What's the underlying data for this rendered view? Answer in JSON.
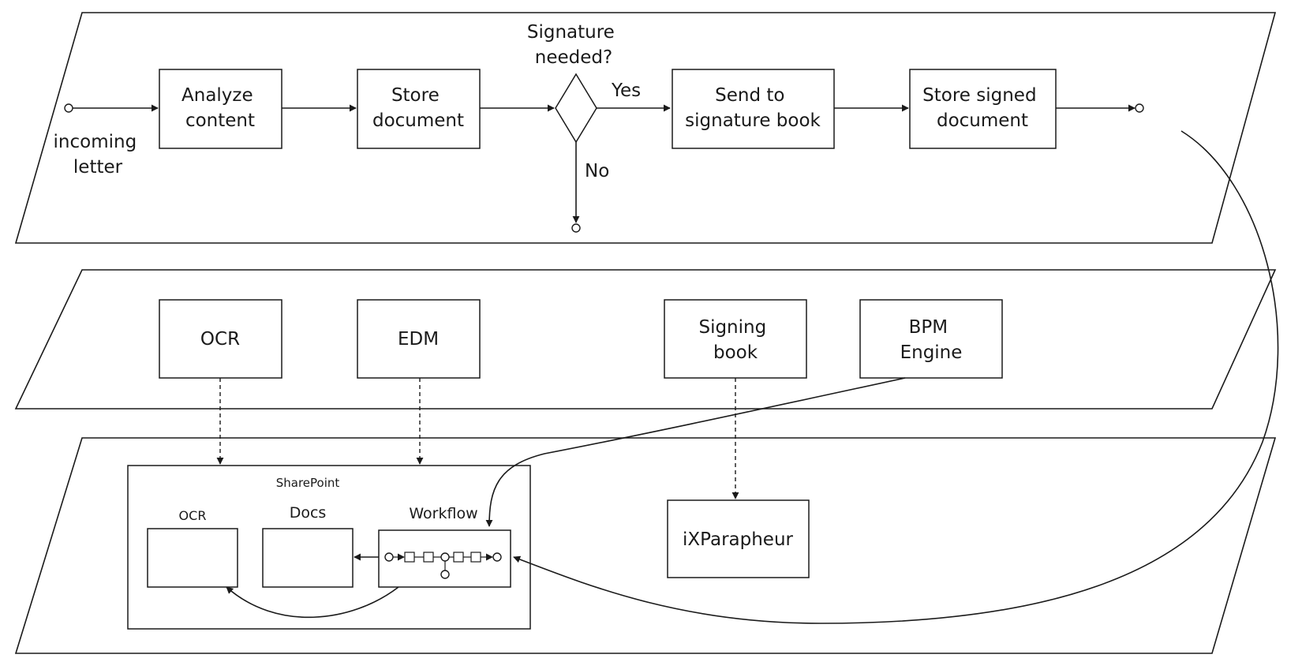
{
  "process_layer": {
    "start_label": [
      "incoming",
      "letter"
    ],
    "analyze_content": [
      "Analyze",
      "content"
    ],
    "store_document": [
      "Store",
      "document"
    ],
    "decision_label": [
      "Signature",
      "needed?"
    ],
    "yes_label": "Yes",
    "no_label": "No",
    "send_to_signature_book": [
      "Send to",
      "signature book"
    ],
    "store_signed_document": [
      "Store signed",
      "document"
    ]
  },
  "application_layer": {
    "ocr": "OCR",
    "edm": "EDM",
    "signing_book": [
      "Signing",
      "book"
    ],
    "bpm_engine": [
      "BPM",
      "Engine"
    ]
  },
  "technology_layer": {
    "sharepoint_title": "SharePoint",
    "sp_ocr": "OCR",
    "sp_docs": "Docs",
    "sp_workflow": "Workflow",
    "ixparapheur": "iXParapheur"
  }
}
